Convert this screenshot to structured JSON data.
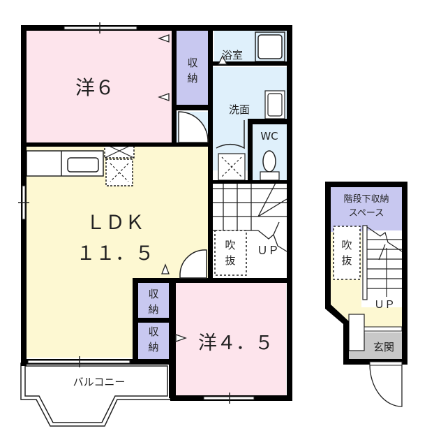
{
  "floor_plan": {
    "colors": {
      "wall": "#000000",
      "western_room": "#fde4ec",
      "ldk": "#fdf8d2",
      "storage": "#c8c8f0",
      "wet_area": "#dff0fb",
      "entrance": "#c8c8c8",
      "white": "#ffffff"
    },
    "rooms": {
      "western6": {
        "label": "洋６"
      },
      "storage_top": {
        "label_1": "収",
        "label_2": "納"
      },
      "bath": {
        "label": "浴室"
      },
      "washroom": {
        "label": "洗面"
      },
      "wc": {
        "label": "WC"
      },
      "ldk": {
        "label_1": "ＬＤＫ",
        "label_2": "１１．５"
      },
      "void_main": {
        "label_1": "吹",
        "label_2": "抜"
      },
      "stairs_main": {
        "label": "ＵＰ"
      },
      "storage_mid1": {
        "label_1": "収",
        "label_2": "納"
      },
      "storage_mid2": {
        "label_1": "収",
        "label_2": "納"
      },
      "western45": {
        "label": "洋４．５"
      },
      "balcony": {
        "label": "バルコニー"
      }
    },
    "lower_floor": {
      "understairs_storage": {
        "label_1": "階段下収納",
        "label_2": "スペース"
      },
      "void": {
        "label_1": "吹",
        "label_2": "抜"
      },
      "stairs": {
        "label": "ＵＰ"
      },
      "entrance": {
        "label": "玄関"
      }
    }
  }
}
